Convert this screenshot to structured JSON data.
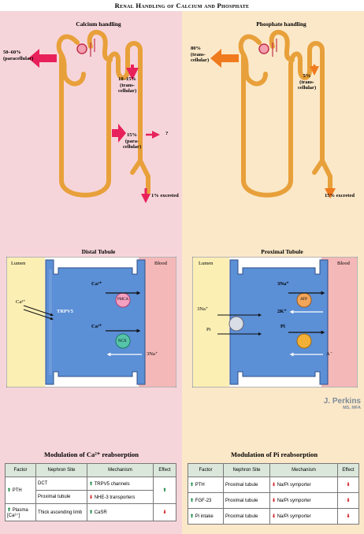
{
  "title": "Renal Handling of Calcium and Phosphate",
  "calcium": {
    "heading": "Calcium handling",
    "paracellular_main": [
      "50–60%",
      "(paracellular)"
    ],
    "transcellular": [
      "10–15%",
      "(trans-",
      "cellular)"
    ],
    "paracellular_tal": [
      "15%",
      "(para-",
      "cellular)"
    ],
    "question": "?",
    "excreted": "1% excreted"
  },
  "phosphate": {
    "heading": "Phosphate handling",
    "transcellular_main": [
      "80%",
      "(trans-",
      "cellular)"
    ],
    "transcellular_minor": [
      "5%",
      "(trans-",
      "cellular)"
    ],
    "excreted": "15% excreted"
  },
  "distal": {
    "heading": "Distal Tubule",
    "lumen": "Lumen",
    "blood": "Blood",
    "ca_lumen": "Ca²⁺",
    "trpv5": "TRPV5",
    "ca_pmca": "Ca²⁺",
    "pmca": "PMCA",
    "ca_ncx": "Ca²⁺",
    "ncx": "NCX",
    "na": "3Na⁺"
  },
  "proximal": {
    "heading": "Proximal Tubule",
    "lumen": "Lumen",
    "blood": "Blood",
    "na_lumen": "3Na⁺",
    "pi_lumen": "Pi",
    "na_atp": "3Na⁺",
    "atp": "ATP",
    "k": "2K⁺",
    "pi_blood": "Pi",
    "anion": "A⁻"
  },
  "signature": {
    "name": "J. Perkins",
    "degree": "MS, MFA"
  },
  "ca_table": {
    "title": "Modulation of Ca²⁺ reabsorption",
    "headers": [
      "Factor",
      "Nephron Site",
      "Mechanism",
      "Effect"
    ],
    "rows": [
      {
        "factor": "PTH",
        "factor_dir": "up",
        "site": "DCT",
        "mech_dir": "up",
        "mechanism": "TRPV5 channels",
        "effect_dir": "up"
      },
      {
        "factor": "",
        "factor_dir": "",
        "site": "Proximal tubule",
        "mech_dir": "down",
        "mechanism": "NHE-3 transporters",
        "effect_dir": ""
      },
      {
        "factor": "Plasma [Ca²⁺]",
        "factor_dir": "up",
        "site": "Thick ascending limb",
        "mech_dir": "up",
        "mechanism": "CaSR",
        "effect_dir": "down"
      }
    ]
  },
  "pi_table": {
    "title": "Modulation of Pi reabsorption",
    "headers": [
      "Factor",
      "Nephron Site",
      "Mechanism",
      "Effect"
    ],
    "rows": [
      {
        "factor": "PTH",
        "factor_dir": "up",
        "site": "Proximal tubule",
        "mech_dir": "down",
        "mechanism": "Na/Pi symporter",
        "effect_dir": "down"
      },
      {
        "factor": "FGF-23",
        "factor_dir": "up",
        "site": "Proximal tubule",
        "mech_dir": "down",
        "mechanism": "Na/Pi symporter",
        "effect_dir": "down"
      },
      {
        "factor": "Pi intake",
        "factor_dir": "up",
        "site": "Proximal tubule",
        "mech_dir": "down",
        "mechanism": "Na/Pi symporter",
        "effect_dir": "down"
      }
    ]
  },
  "colors": {
    "tubule": "#e8a03a",
    "calcium_arrow": "#e8215a",
    "phosphate_arrow": "#f07a1e",
    "cell": "#5b8fd6",
    "lumen_bg": "#fbefb4",
    "blood_bg": "#f5b8b8"
  }
}
